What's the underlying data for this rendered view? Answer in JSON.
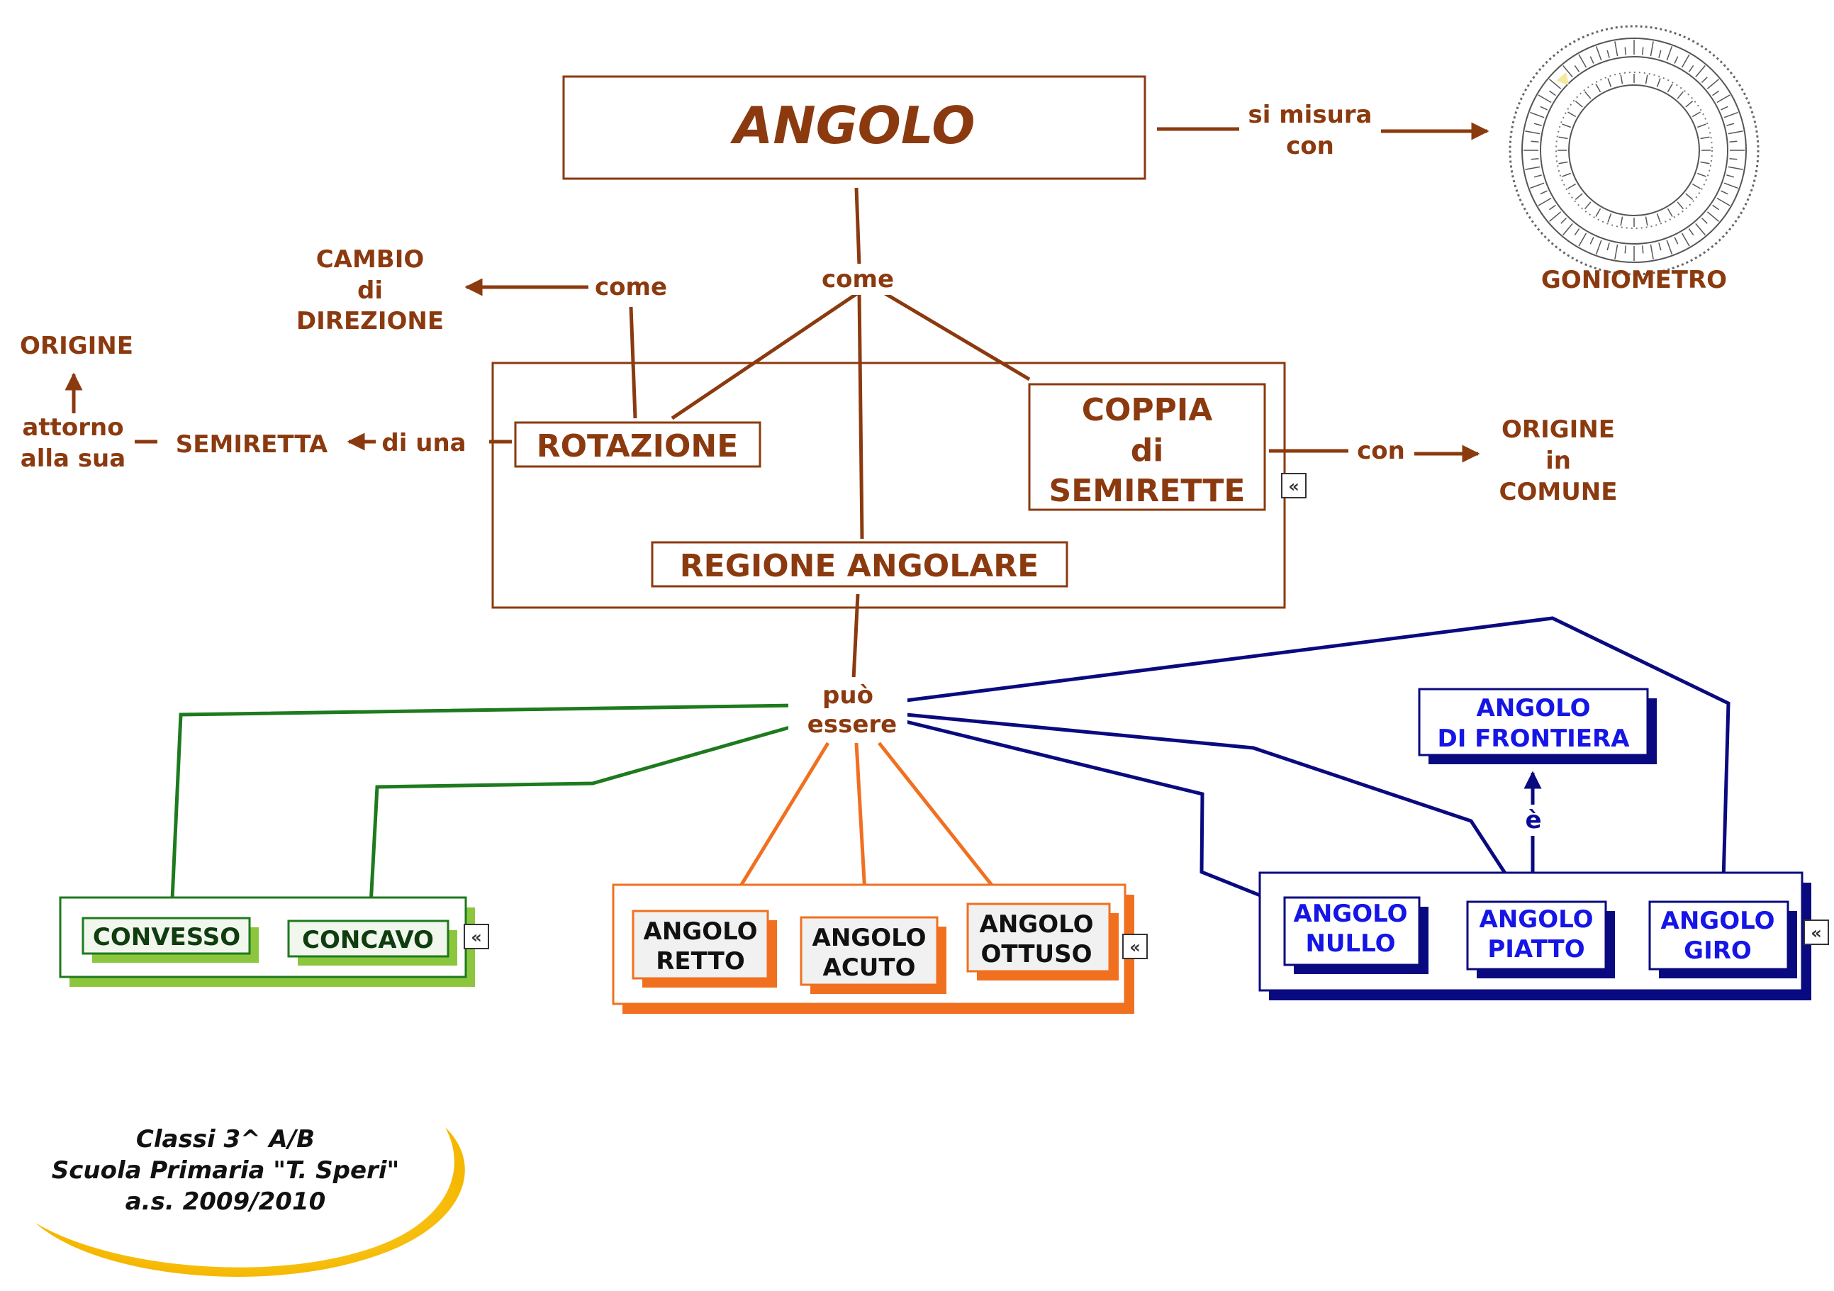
{
  "main": {
    "title": "ANGOLO",
    "measure_link": [
      "si misura",
      "con"
    ],
    "measure_tool": "GONIOMETRO",
    "link_come_top": "come",
    "link_come_left": "come",
    "direction_change": [
      "CAMBIO",
      "di",
      "DIREZIONE"
    ],
    "origin": "ORIGINE",
    "around_link": [
      "attorno",
      "alla sua"
    ],
    "half_line": "SEMIRETTA",
    "of_a_link": "di una",
    "rotation": "ROTAZIONE",
    "pair": [
      "COPPIA",
      "di",
      "SEMIRETTE"
    ],
    "with_link": "con",
    "common_origin": [
      "ORIGINE",
      "in",
      "COMUNE"
    ],
    "angular_region": "REGIONE ANGOLARE",
    "can_be": [
      "può",
      "essere"
    ]
  },
  "groups": {
    "shape": {
      "items": [
        "CONVESSO",
        "CONCAVO"
      ],
      "color": "#1E7A1E",
      "shadow": "#8CC63F"
    },
    "size": {
      "items": [
        [
          "ANGOLO",
          "RETTO"
        ],
        [
          "ANGOLO",
          "ACUTO"
        ],
        [
          "ANGOLO",
          "OTTUSO"
        ]
      ],
      "color": "#F07020",
      "shadow": "#F07020"
    },
    "special": {
      "items": [
        [
          "ANGOLO",
          "NULLO"
        ],
        [
          "ANGOLO",
          "PIATTO"
        ],
        [
          "ANGOLO",
          "GIRO"
        ]
      ],
      "color": "#0A0A80",
      "shadow": "#0A0A80"
    }
  },
  "frontier": {
    "label": [
      "ANGOLO",
      "DI FRONTIERA"
    ],
    "link": "è"
  },
  "expand_icon": "double-chevron-left-icon",
  "credits": {
    "line1": "Classi 3^ A/B",
    "line2": "Scuola Primaria \"T. Speri\"",
    "line3": "a.s. 2009/2010"
  },
  "colors": {
    "brown": "#8B3A0F",
    "green": "#1E7A1E",
    "orange": "#F07020",
    "navy": "#0A0A80",
    "yellow_swoosh": "#F5C400"
  }
}
